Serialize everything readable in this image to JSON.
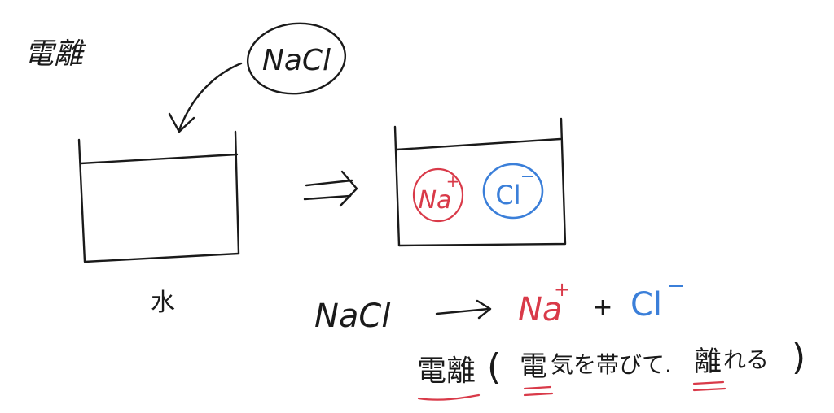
{
  "title": "電離",
  "colors": {
    "ink": "#1a1a1a",
    "sodium": "#d93a49",
    "chloride": "#3b7fd9"
  },
  "solute_label": "NaCl",
  "water_label": "水",
  "ions": {
    "cation": {
      "symbol": "Na",
      "charge": "+"
    },
    "anion": {
      "symbol": "Cl",
      "charge": "−"
    }
  },
  "equation": {
    "reactant": "NaCl",
    "arrow": "⟶",
    "product1": "Na",
    "product1_charge": "+",
    "plus": "+",
    "product2": "Cl",
    "product2_charge": "−"
  },
  "explanation": {
    "term": "電離",
    "open_paren": "(",
    "kanji1": "電",
    "text1": "気を帯びて.",
    "kanji2": "離",
    "text2": "れる",
    "close_paren": ")"
  }
}
